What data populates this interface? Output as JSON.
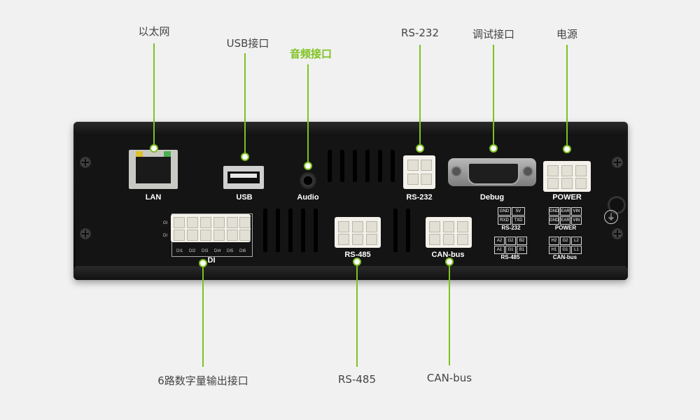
{
  "callouts": {
    "lan": "以太网",
    "usb": "USB接口",
    "audio": "音频接口",
    "rs232": "RS-232",
    "debug": "调试接口",
    "power": "电源",
    "di": "6路数字量输出接口",
    "rs485": "RS-485",
    "canbus": "CAN-bus"
  },
  "port_labels": {
    "lan": "LAN",
    "usb": "USB",
    "audio": "Audio",
    "rs232": "RS-232",
    "debug": "Debug",
    "power": "POWER",
    "di": "DI",
    "rs485": "RS-485",
    "canbus": "CAN-bus"
  },
  "di_side": [
    "GI",
    "DI"
  ],
  "di_pins": [
    "DI1",
    "DI2",
    "DI3",
    "DI4",
    "DI5",
    "DI6"
  ],
  "legends": {
    "rs232": {
      "title": "RS-232",
      "cells": [
        "GND",
        "5V",
        "RXD",
        "TXD"
      ]
    },
    "power": {
      "title": "POWER",
      "cells": [
        "GND",
        "EAR",
        "VIN",
        "GND",
        "EAR",
        "VIN"
      ]
    },
    "rs485": {
      "title": "RS-485",
      "cells": [
        "A2",
        "G2",
        "B2",
        "A1",
        "G1",
        "B1"
      ]
    },
    "canbus": {
      "title": "CAN-bus",
      "cells": [
        "H2",
        "G2",
        "L2",
        "H1",
        "G1",
        "L1"
      ]
    }
  },
  "colors": {
    "accent": "#7dc21e",
    "background": "#f1f1f1",
    "chassis": "#141414"
  },
  "ground_symbol": "⏚"
}
